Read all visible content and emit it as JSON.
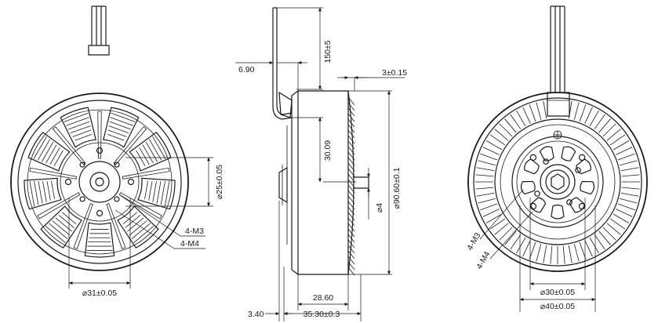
{
  "front_view": {
    "dim_bolt_circle_vertical": "⌀25±0.05",
    "dim_bolt_circle_bottom": "⌀31±0.05",
    "thread_label_m3": "4-M3",
    "thread_label_m4": "4-M4"
  },
  "side_view": {
    "dim_lead_length": "150±5",
    "dim_lead_offset": "6.90",
    "dim_rotor_gap": "3±0.15",
    "dim_shaft_height": "30.09",
    "dim_outer_diameter": "⌀90.60±0.1",
    "dim_shaft_diameter": "⌀4",
    "dim_body_height": "28.60",
    "dim_flange": "3.40",
    "dim_total_height": "35.30±0.3"
  },
  "rear_view": {
    "thread_label_m3": "4-M3",
    "thread_label_m4": "4-M4",
    "dim_bolt_circle_inner": "⌀30±0.05",
    "dim_bolt_circle_outer": "⌀40±0.05"
  },
  "colors": {
    "line": "#1a1a1a",
    "background": "#ffffff"
  }
}
